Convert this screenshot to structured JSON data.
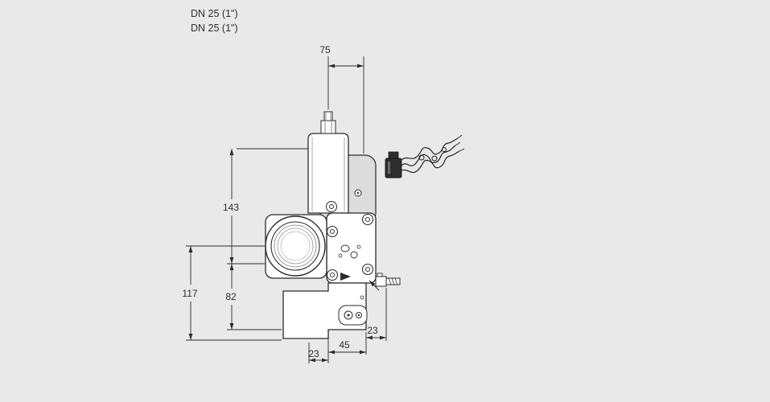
{
  "labels": {
    "dn_line1": "DN 25 (1\")",
    "dn_line2": "DN 25 (1\")"
  },
  "dimensions": {
    "top_width": "75",
    "actuator_height": "143",
    "body_height": "117",
    "lower_height": "82",
    "bottom_left": "23",
    "bottom_center": "45",
    "bottom_right": "23"
  },
  "colors": {
    "background": "#e9e9e9",
    "line": "#2b2b2b",
    "plate_fill": "#dcdcdc"
  }
}
